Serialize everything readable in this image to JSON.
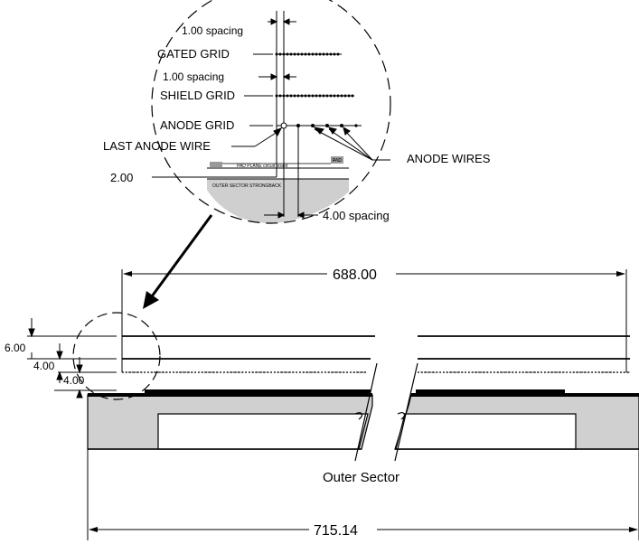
{
  "detail": {
    "top_spacing": "1.00 spacing",
    "gated_grid": "GATED GRID",
    "mid_spacing": "1.00 spacing",
    "shield_grid": "SHIELD GRID",
    "anode_grid": "ANODE GRID",
    "last_anode_wire": "LAST ANODE WIRE",
    "anode_wires": "ANODE WIRES",
    "pad": "PAD",
    "pad_plane": "PAD PLANE circuit board",
    "strongback": "OUTER SECTOR STRONGBACK",
    "offset": "2.00",
    "bottom_spacing": "4.00 spacing"
  },
  "main": {
    "width_top": "688.00",
    "width_bottom": "715.14",
    "dim_6": "6.00",
    "dim_4a": "4.00",
    "dim_4b": "4.00",
    "caption": "Outer Sector"
  }
}
